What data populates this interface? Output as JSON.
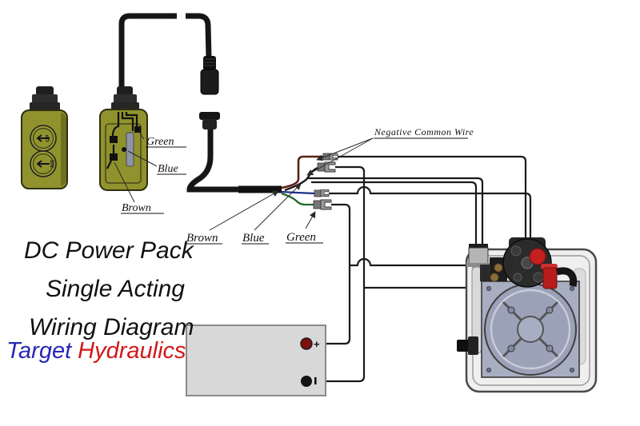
{
  "title_block": {
    "line1": "DC Power Pack",
    "line2": "Single Acting",
    "line3": "Wiring Diagram",
    "brand_word1": "Target",
    "brand_word2": "Hydraulics"
  },
  "pendant": {
    "button_up": "UP",
    "button_down": "DN",
    "label_green": "Green",
    "label_blue": "Blue",
    "label_brown": "Brown"
  },
  "harness": {
    "negative_common_label": "Negative Common Wire",
    "wire_label_brown": "Brown",
    "wire_label_blue": "Blue",
    "wire_label_green": "Green"
  },
  "battery": {
    "positive_symbol": "+",
    "negative_symbol": "-"
  },
  "colors": {
    "olive_body": "#90922d",
    "olive_shade": "#6e7020",
    "wire_brown": "#5e1f14",
    "wire_blue": "#1a2f8a",
    "wire_green": "#1f6b2a",
    "line_black": "#1a1a1a",
    "brand_blue": "#2726b8",
    "brand_red": "#d01818",
    "battery_body": "#d8d8d8",
    "battery_positive": "#7d0f0f",
    "battery_negative": "#141414",
    "valve_red": "#c42020",
    "motor_face": "#9ba2b8",
    "motor_plate": "#a8aec2",
    "frame_fill": "#efefef",
    "terminal_metal": "#8a8a8a"
  }
}
